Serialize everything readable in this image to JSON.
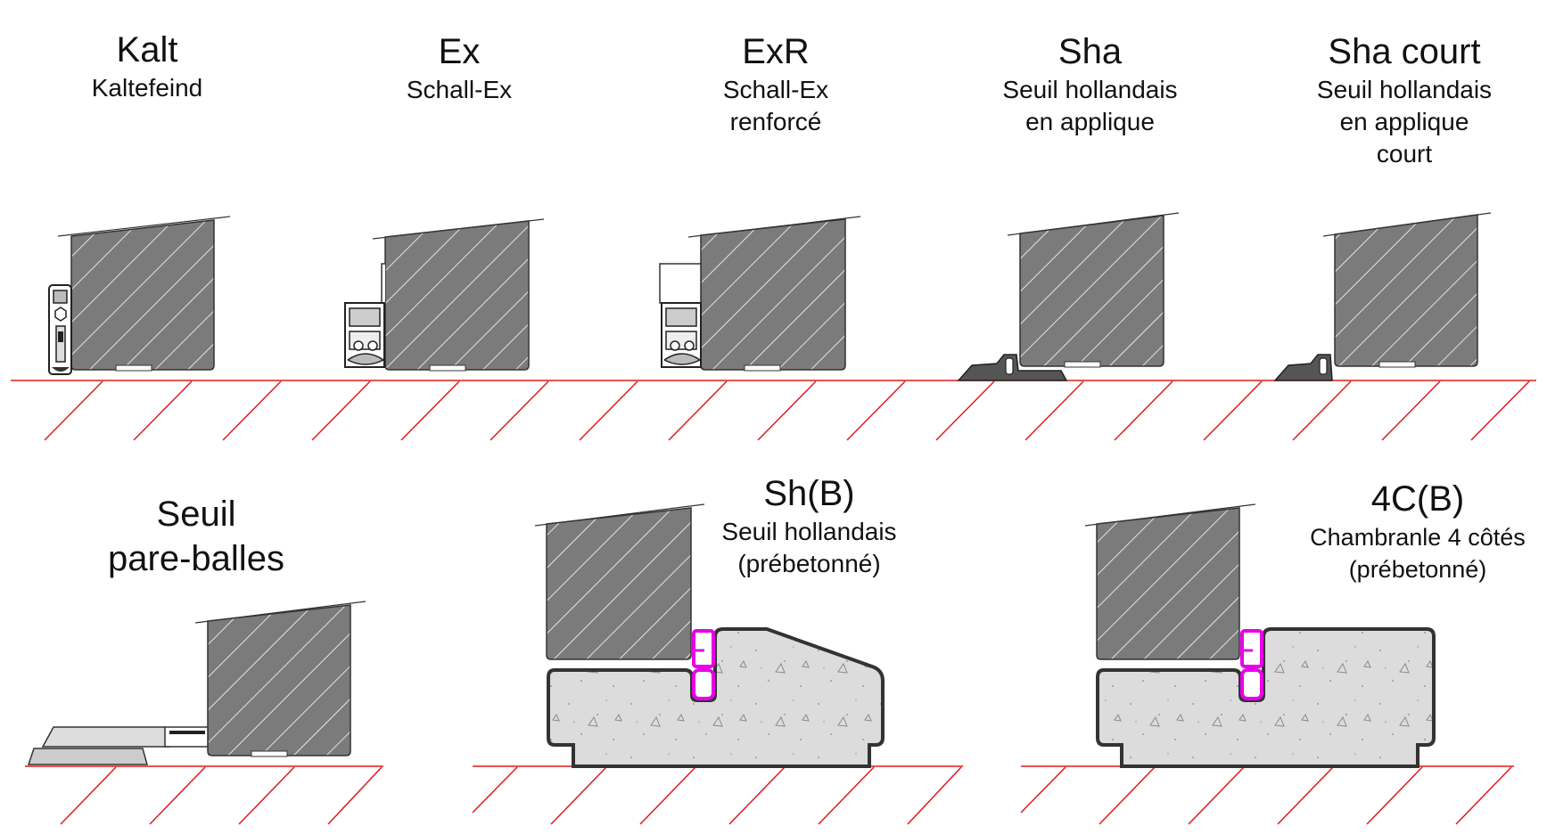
{
  "colors": {
    "ground": "#e01a1a",
    "profile": "#7b7b7b",
    "hatch": "#ffffff",
    "outline": "#333333",
    "concrete": "#dcdcdc",
    "seal": "#e800e8",
    "seal_dark": "#333333"
  },
  "panels": {
    "kalt": {
      "title": "Kalt",
      "sub1": "Kaltefeind"
    },
    "ex": {
      "title": "Ex",
      "sub1": "Schall-Ex"
    },
    "exr": {
      "title": "ExR",
      "sub1": "Schall-Ex",
      "sub2": "renforcé"
    },
    "sha": {
      "title": "Sha",
      "sub1": "Seuil hollandais",
      "sub2": "en applique"
    },
    "shacourt": {
      "title": "Sha court",
      "sub1": "Seuil hollandais",
      "sub2": "en applique",
      "sub3": "court"
    },
    "seuil": {
      "title1": "Seuil",
      "title2": "pare-balles"
    },
    "shb": {
      "title": "Sh(B)",
      "sub1": "Seuil hollandais",
      "sub2": "(prébetonné)"
    },
    "c4b": {
      "title": "4C(B)",
      "sub1": "Chambranle 4 côtés",
      "sub2": "(prébetonné)"
    }
  }
}
